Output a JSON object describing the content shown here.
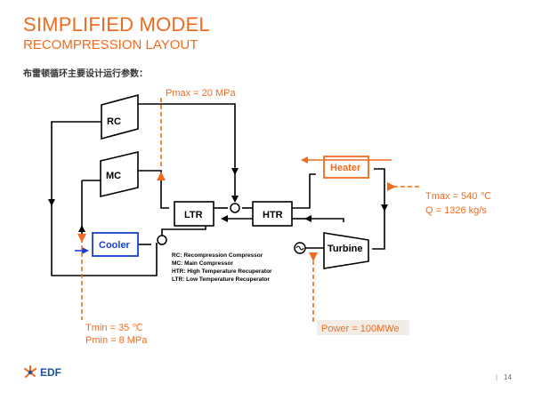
{
  "header": {
    "title": "SIMPLIFIED MODEL",
    "subtitle": "RECOMPRESSION LAYOUT",
    "caption": "布雷顿循环主要设计运行参数："
  },
  "components": {
    "rc": "RC",
    "mc": "MC",
    "ltr": "LTR",
    "htr": "HTR",
    "cooler": "Cooler",
    "heater": "Heater",
    "turbine": "Turbine"
  },
  "annotations": {
    "pmax": "Pmax = 20 MPa",
    "tmax": "Tmax = 540 ℃",
    "q": "Q = 1326 kg/s",
    "tmin": "Tmin = 35 ℃",
    "pmin": "Pmin = 8 MPa",
    "power": "Power = 100MWe"
  },
  "legend": [
    "RC: Recompression Compressor",
    "MC: Main Compressor",
    "HTR: High Temperature Recuperator",
    "LTR: Low Temperature Recuperator"
  ],
  "footer": {
    "page_sep": "|",
    "page_number": "14",
    "logo_text": "EDF"
  },
  "colors": {
    "accent": "#f06b1f",
    "cooler_border": "#1a3fd0",
    "logo_blue": "#1d4f9c"
  }
}
